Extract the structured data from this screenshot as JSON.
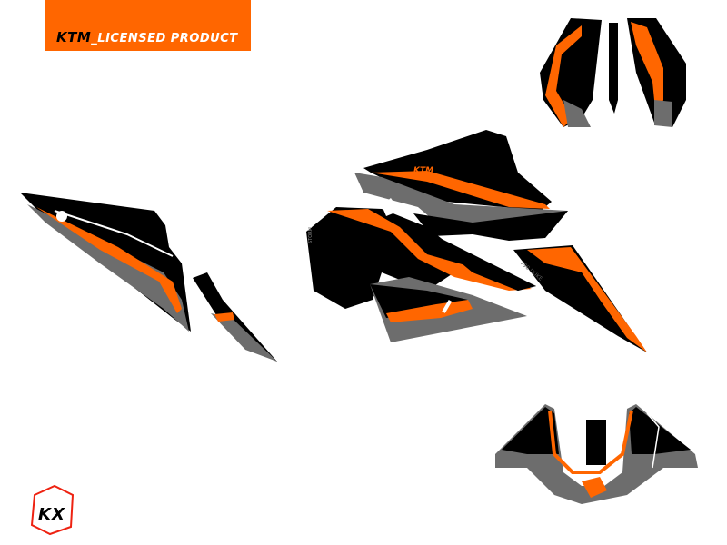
{
  "banner": {
    "brand": "KTM",
    "text": "_LICENSED PRODUCT"
  },
  "decals": {
    "tank_logo": "KTM",
    "side_text": "STORM",
    "shroud_text": "790 DUKE",
    "maker_logo": "KX"
  },
  "colors": {
    "orange": "#ff6600",
    "black": "#000000",
    "grey": "#6d6d6d",
    "white": "#ffffff"
  }
}
